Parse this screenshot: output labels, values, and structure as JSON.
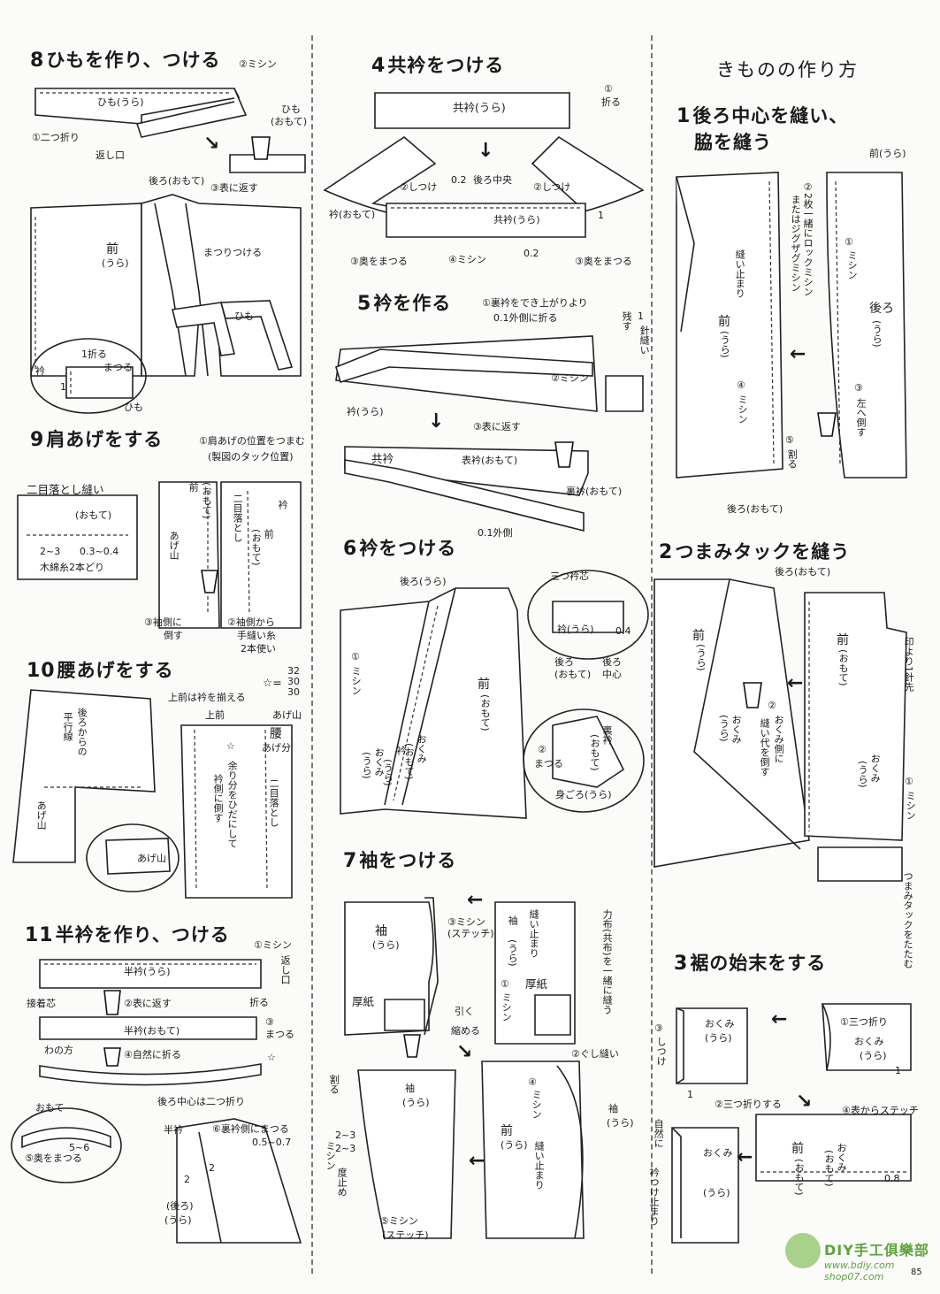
{
  "main_title": "きものの作り方",
  "page_number": "85",
  "watermark": {
    "brand": "DIY手工俱樂部",
    "url1": "www.bdiy.com",
    "url2": "shop07.com"
  },
  "sections": {
    "s8": {
      "num": "8",
      "title": "ひもを作り、つける",
      "labels": [
        "②ミシン",
        "ひも(うら)",
        "①二つ折り",
        "返し口",
        "ひも",
        "(おもて)",
        "③表に返す",
        "後ろ(おもて)",
        "前",
        "(うら)",
        "まつりつける",
        "ひも",
        "衿",
        "1折る",
        "まつる",
        "1",
        "ひも"
      ]
    },
    "s9": {
      "num": "9",
      "title": "肩あげをする",
      "labels": [
        "①肩あげの位置をつまむ",
        "(製図のタック位置)",
        "二目落とし縫い",
        "(おもて)",
        "2~3",
        "0.3~0.4",
        "木綿糸2本どり",
        "前",
        "(おもて)",
        "あげ山",
        "二目落とし",
        "衿",
        "前",
        "(おもて)",
        "③袖側に",
        "倒す",
        "②袖側から",
        "手縫い糸",
        "2本使い"
      ]
    },
    "s10": {
      "num": "10",
      "title": "腰あげをする",
      "star_note": "☆=",
      "star_vals": [
        "32",
        "30",
        "30"
      ],
      "labels": [
        "上前は衿を揃える",
        "上前",
        "あげ山",
        "後ろからの",
        "平行線",
        "あげ山",
        "☆",
        "腰",
        "あげ分",
        "余り分をひだにして",
        "衿側に倒す",
        "二目落とし",
        "あげ山"
      ]
    },
    "s11": {
      "num": "11",
      "title": "半衿を作り、つける",
      "labels": [
        "①ミシン",
        "半衿(うら)",
        "返し口",
        "接着芯",
        "②表に返す",
        "折る",
        "半衿(おもて)",
        "③",
        "まつる",
        "わの方",
        "④自然に折る",
        "☆",
        "後ろ中心は二つ折り",
        "おもて",
        "5~6",
        "⑤奥をまつる",
        "半衿",
        "⑥裏衿側にまつる",
        "0.5~0.7",
        "2",
        "2",
        "(後ろ)",
        "(うら)"
      ]
    },
    "s4": {
      "num": "4",
      "title": "共衿をつける",
      "labels": [
        "共衿(うら)",
        "①",
        "折る",
        "後ろ中央",
        "0.2",
        "②しつけ",
        "②しつけ",
        "衿(おもて)",
        "共衿(うら)",
        "1",
        "③奥をまつる",
        "④ミシン",
        "0.2",
        "③奥をまつる"
      ]
    },
    "s5": {
      "num": "5",
      "title": "衿を作る",
      "labels": [
        "①裏衿をでき上がりより",
        "0.1外側に折る",
        "1",
        "残す",
        "針縫い",
        "②ミシン",
        "衿(うら)",
        "③表に返す",
        "共衿",
        "表衿(おもて)",
        "裏衿(おもて)",
        "0.1外側"
      ]
    },
    "s6": {
      "num": "6",
      "title": "衿をつける",
      "labels": [
        "後ろ(うら)",
        "三つ衿芯",
        "衿(うら)",
        "0.4",
        "後ろ",
        "(おもて)",
        "後ろ",
        "中心",
        "①",
        "ミシン",
        "前",
        "(おもて)",
        "おくみ",
        "(うら)",
        "衿",
        "(うら)",
        "おくみ",
        "(おもて)",
        "裏衿",
        "(おもて)",
        "②",
        "まつる",
        "身ごろ(うら)"
      ]
    },
    "s7": {
      "num": "7",
      "title": "袖をつける",
      "labels": [
        "袖",
        "(うら)",
        "③ミシン",
        "(ステッチ)",
        "袖",
        "(うら)",
        "縫い止まり",
        "力布(共布)を一緒に縫う",
        "①",
        "ミシン",
        "厚紙",
        "厚紙",
        "引く",
        "縮める",
        "②ぐし縫い",
        "割る",
        "袖",
        "(うら)",
        "2~3",
        "2~3",
        "ミシン",
        "度止め",
        "前",
        "(うら)",
        "④",
        "ミシン",
        "縫い止まり",
        "袖",
        "(うら)",
        "⑤ミシン",
        "(ステッチ)"
      ]
    },
    "s1": {
      "num": "1",
      "title": "後ろ中心を縫い、",
      "title2": "脇を縫う",
      "labels": [
        "前(うら)",
        "②2枚一緒にロックミシン",
        "またはジグザグミシン",
        "縫い止まり",
        "①",
        "ミシン",
        "前",
        "(うら)",
        "後ろ",
        "(うら)",
        "④",
        "ミシン",
        "③",
        "左へ倒す",
        "⑤",
        "割る",
        "後ろ(おもて)"
      ]
    },
    "s2": {
      "num": "2",
      "title": "つまみタックを縫う",
      "labels": [
        "後ろ(おもて)",
        "前",
        "(うら)",
        "前",
        "(おもて)",
        "印より1針先",
        "②",
        "おくみ側に",
        "縫い代を倒す",
        "おくみ",
        "(うら)",
        "おくみ",
        "(うら)",
        "①",
        "ミシン",
        "つまみタックをたたむ"
      ]
    },
    "s3": {
      "num": "3",
      "title": "裾の始末をする",
      "labels": [
        "③",
        "しつけ",
        "おくみ",
        "(うら)",
        "1",
        "①三つ折り",
        "おくみ",
        "(うら)",
        "1",
        "②三つ折りする",
        "④表からステッチ",
        "自然に",
        "衿つけ止まり",
        "おくみ",
        "(うら)",
        "前",
        "(おもて)",
        "おくみ",
        "(おもて)",
        "0.8"
      ]
    }
  }
}
